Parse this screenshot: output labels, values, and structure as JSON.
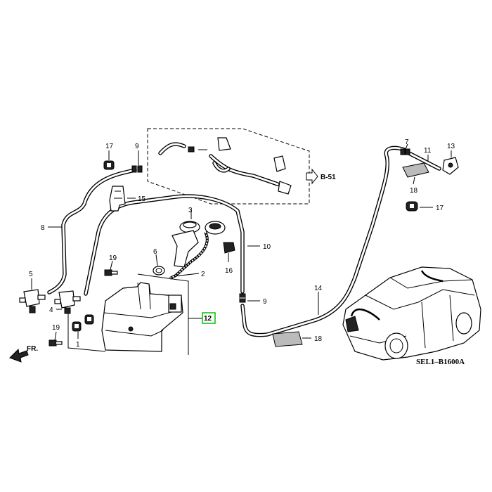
{
  "diagram": {
    "drawing_code": "SEL1–B1600A",
    "ref_label": "B-51",
    "direction_label": "FR.",
    "callouts": {
      "p1": "1",
      "p2": "2",
      "p3": "3",
      "p4": "4",
      "p5": "5",
      "p6": "6",
      "p7": "7",
      "p8": "8",
      "p9a": "9",
      "p9b": "9",
      "p10": "10",
      "p11": "11",
      "p12": "12",
      "p13": "13",
      "p14": "14",
      "p15": "15",
      "p16": "16",
      "p17a": "17",
      "p17b": "17",
      "p18a": "18",
      "p18b": "18",
      "p19a": "19",
      "p19b": "19"
    },
    "colors": {
      "line": "#000000",
      "highlight_box": "#00c000",
      "background": "#ffffff"
    }
  }
}
